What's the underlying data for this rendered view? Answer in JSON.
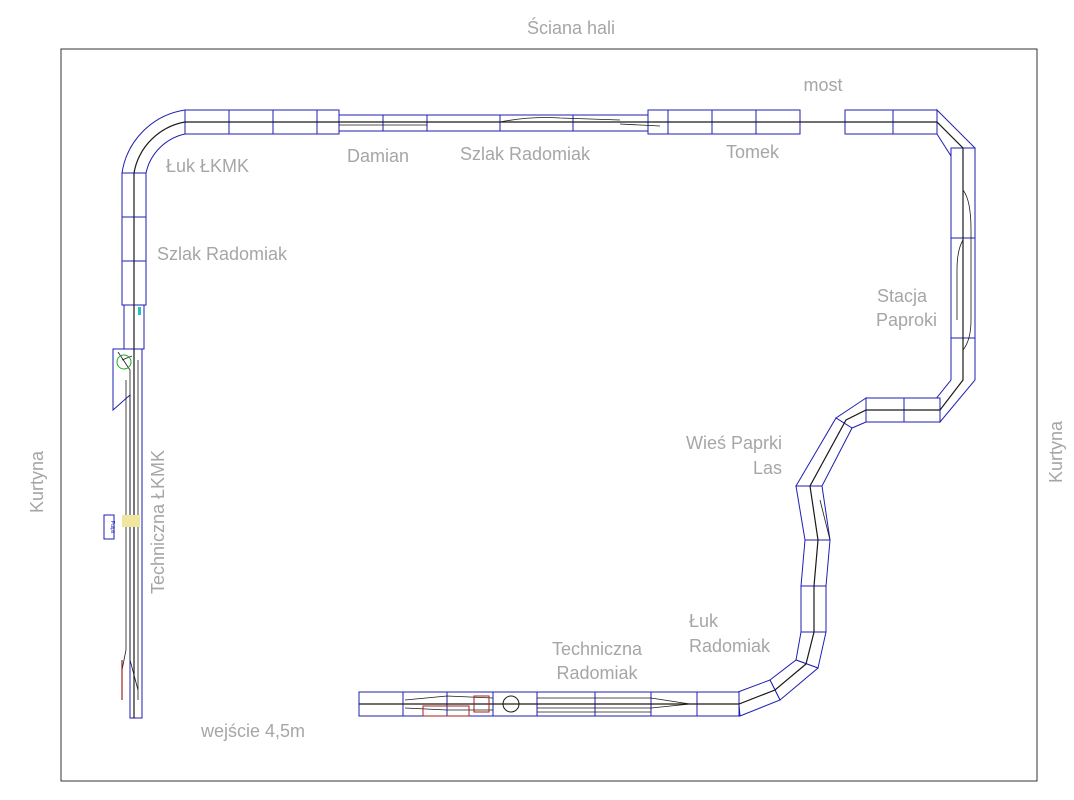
{
  "labels": {
    "wall": "Ściana hali",
    "curtain_left": "Kurtyna",
    "curtain_right": "Kurtyna",
    "bridge": "most",
    "curve_lkmk": "Łuk ŁKMK",
    "damian": "Damian",
    "szlak_top": "Szlak Radomiak",
    "tomek": "Tomek",
    "szlak_left": "Szlak Radomiak",
    "station_line1": "Stacja",
    "station_line2": "Paproki",
    "village_line1": "Wieś Paprki",
    "village_line2": "Las",
    "technical_lkmk": "Techniczna ŁKMK",
    "curve_rad_line1": "Łuk",
    "curve_rad_line2": "Radomiak",
    "tech_rad_line1": "Techniczna",
    "tech_rad_line2": "Radomiak",
    "entrance": "wejście 4,5m",
    "small_box": "Pulpit"
  },
  "colors": {
    "module_outline": "#1f1fb3",
    "track": "#1a1a1a",
    "label_text": "#a6a6a6",
    "room_border": "#333333",
    "building_red": "#a02020",
    "signal_green": "#22aa22",
    "marker_cyan": "#20c0d0",
    "marker_yellow": "#f0e6a0"
  }
}
